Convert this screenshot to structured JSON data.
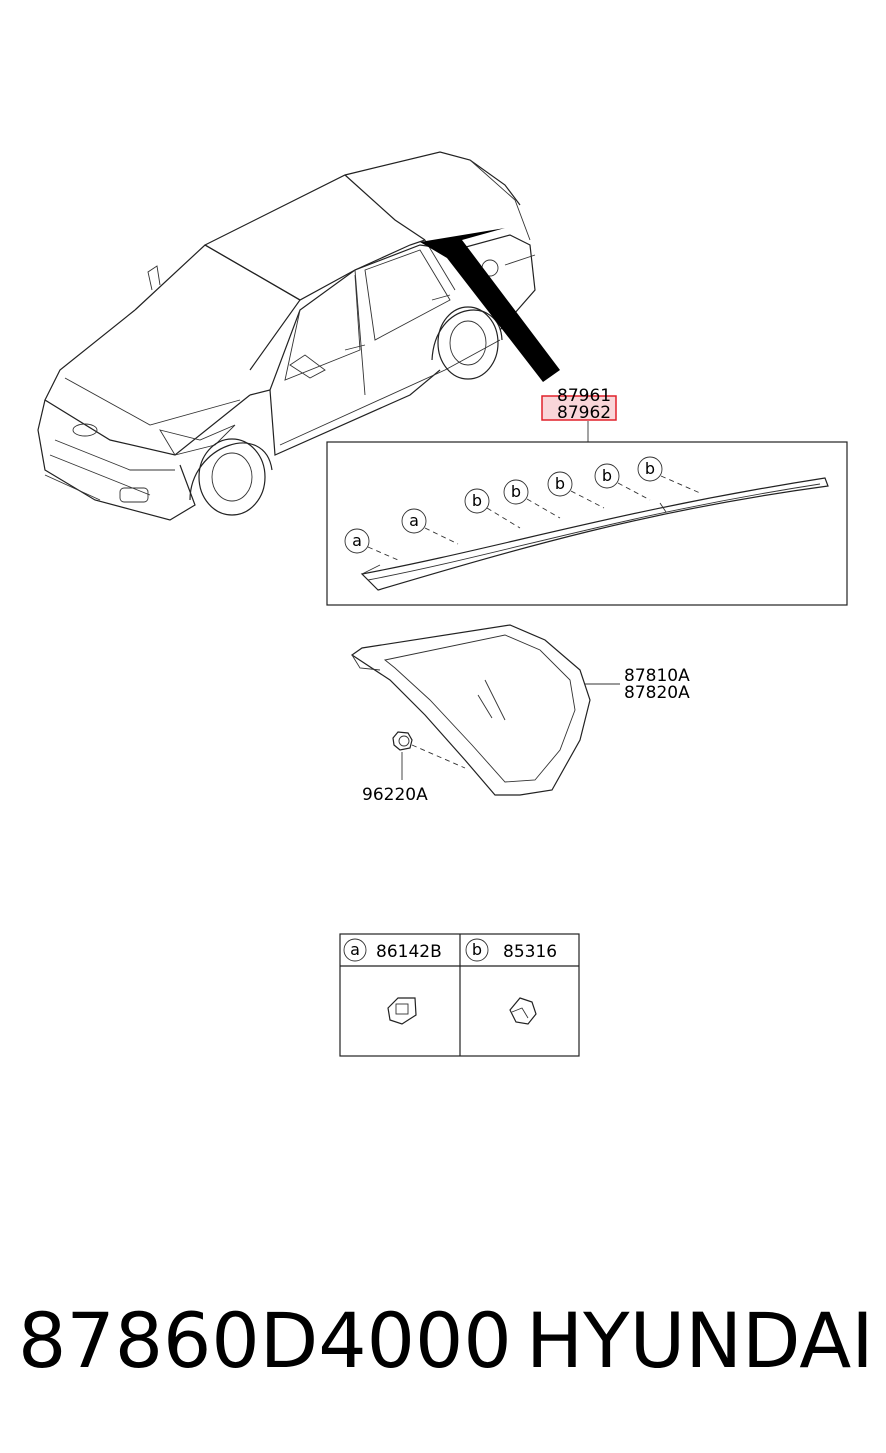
{
  "callouts": {
    "molding_upper": "87961",
    "molding_lower": "87962",
    "glass_upper": "87810A",
    "glass_lower": "87820A",
    "fastener": "96220A"
  },
  "markers": {
    "a": "a",
    "b": "b"
  },
  "legend": {
    "a_part": "86142B",
    "b_part": "85316"
  },
  "footer": {
    "part_number": "87860D4000",
    "brand": "HYUNDAI"
  },
  "colors": {
    "highlight_fill": "#f9d6d9",
    "highlight_stroke": "#e0202a"
  }
}
